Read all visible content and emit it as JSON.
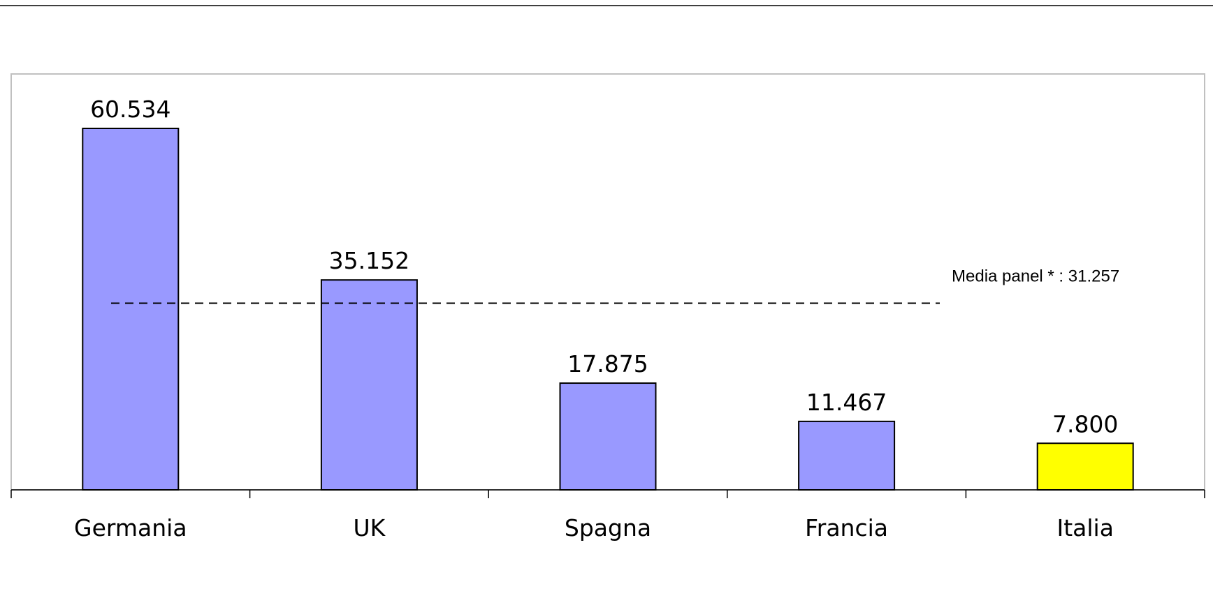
{
  "chart_data": {
    "type": "bar",
    "categories": [
      "Germania",
      "UK",
      "Spagna",
      "Francia",
      "Italia"
    ],
    "values": [
      60534,
      35152,
      17875,
      11467,
      7800
    ],
    "value_labels": [
      "60.534",
      "35.152",
      "17.875",
      "11.467",
      "7.800"
    ],
    "bar_colors": [
      "#9999ff",
      "#9999ff",
      "#9999ff",
      "#9999ff",
      "#ffff00"
    ],
    "reference_line": {
      "value": 31257,
      "label": "Media panel * : 31.257",
      "style": "dashed"
    },
    "ylim": [
      0,
      70000
    ],
    "grid": false,
    "legend": "none",
    "title": "",
    "xlabel": "",
    "ylabel": ""
  },
  "colors": {
    "bar_default": "#9999ff",
    "bar_highlight": "#ffff00",
    "bar_stroke": "#000000",
    "plot_border": "#c0c0c0"
  }
}
